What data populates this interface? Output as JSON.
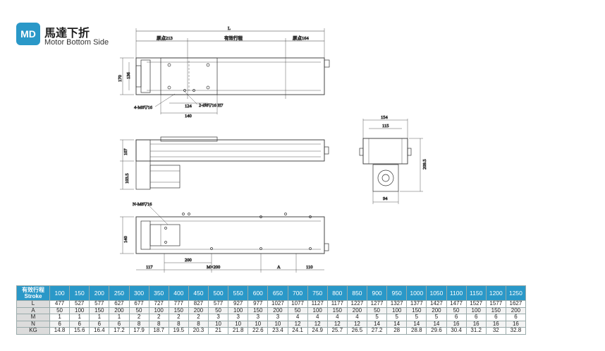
{
  "header": {
    "badge": "MD",
    "title_zh": "馬達下折",
    "title_en": "Motor Bottom Side"
  },
  "drawing_labels": {
    "top_view": {
      "overall_length": "L",
      "origin_left": "原点213",
      "stroke_label": "有效行程",
      "origin_right": "原点164",
      "height_170": "170",
      "height_136": "136",
      "mount_holes": "4-M8▽16",
      "pin_holes": "2-Ø8▽16 H7",
      "dim_124": "124",
      "dim_140": "140"
    },
    "front_view": {
      "height_107": "107",
      "height_103_5": "103.5"
    },
    "end_view": {
      "width_154": "154",
      "width_115": "115",
      "height_209_5": "209.5",
      "width_94": "94"
    },
    "bottom_view": {
      "bottom_holes": "N-M8▽16",
      "height_140": "140",
      "dim_117": "117",
      "dim_200": "200",
      "pitch": "M×200",
      "dim_a": "A",
      "dim_110": "110"
    }
  },
  "spec_table": {
    "header_zh": "有效行程",
    "header_en": "Stroke",
    "strokes": [
      "100",
      "150",
      "200",
      "250",
      "300",
      "350",
      "400",
      "450",
      "500",
      "550",
      "600",
      "650",
      "700",
      "750",
      "800",
      "850",
      "900",
      "950",
      "1000",
      "1050",
      "1100",
      "1150",
      "1200",
      "1250"
    ],
    "rows": [
      {
        "label": "L",
        "values": [
          "477",
          "527",
          "577",
          "627",
          "677",
          "727",
          "777",
          "827",
          "577",
          "927",
          "977",
          "1027",
          "1077",
          "1127",
          "1177",
          "1227",
          "1277",
          "1327",
          "1377",
          "1427",
          "1477",
          "1527",
          "1577",
          "1627"
        ]
      },
      {
        "label": "A",
        "values": [
          "50",
          "100",
          "150",
          "200",
          "50",
          "100",
          "150",
          "200",
          "50",
          "100",
          "150",
          "200",
          "50",
          "100",
          "150",
          "200",
          "50",
          "100",
          "150",
          "200",
          "50",
          "100",
          "150",
          "200"
        ]
      },
      {
        "label": "M",
        "values": [
          "1",
          "1",
          "1",
          "1",
          "2",
          "2",
          "2",
          "2",
          "3",
          "3",
          "3",
          "3",
          "4",
          "4",
          "4",
          "4",
          "5",
          "5",
          "5",
          "5",
          "6",
          "6",
          "6",
          "6"
        ]
      },
      {
        "label": "N",
        "values": [
          "6",
          "6",
          "6",
          "6",
          "8",
          "8",
          "8",
          "8",
          "10",
          "10",
          "10",
          "10",
          "12",
          "12",
          "12",
          "12",
          "14",
          "14",
          "14",
          "14",
          "16",
          "16",
          "16",
          "16"
        ]
      },
      {
        "label": "KG",
        "values": [
          "14.8",
          "15.6",
          "16.4",
          "17.2",
          "17.9",
          "18.7",
          "19.5",
          "20.3",
          "21",
          "21.8",
          "22.6",
          "23.4",
          "24.1",
          "24.9",
          "25.7",
          "26.5",
          "27.2",
          "28",
          "28.8",
          "29.6",
          "30.4",
          "31.2",
          "32",
          "32.8"
        ]
      }
    ]
  }
}
